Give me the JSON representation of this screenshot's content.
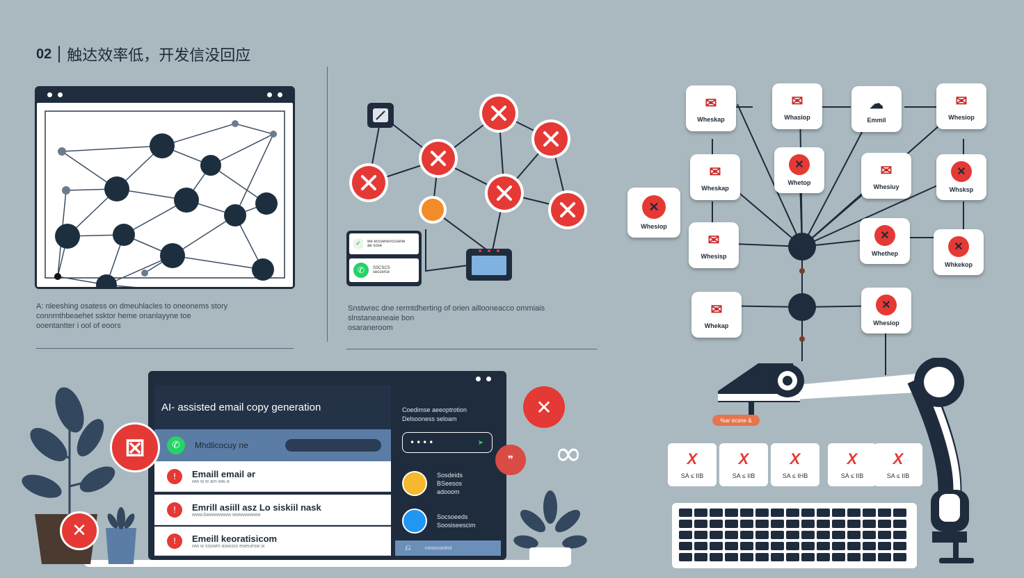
{
  "header": {
    "number": "02",
    "title": "触达效率低，开发信没回应"
  },
  "captions": {
    "left": [
      "A: nleeshing osatess on dmeuhlacles to oneonems story",
      "connmthbeaehet ssktor heme onanlayyne toe",
      "ooentantter i ool of eoors"
    ],
    "middle": [
      "Snstwrec dne rermtdherting of orien aillooneacco ommiais",
      "slnstaneaneaie bon",
      "osaraneroom"
    ]
  },
  "network_tiles": [
    {
      "label": "Wheskap",
      "icon": "envelope-icon"
    },
    {
      "label": "Whasiop",
      "icon": "envelope-icon"
    },
    {
      "label": "Emmil",
      "icon": "cloud-icon"
    },
    {
      "label": "Whesiop",
      "icon": "envelope-icon"
    },
    {
      "label": "Wheskap",
      "icon": "envelope-icon"
    },
    {
      "label": "Whetop",
      "icon": "x-icon"
    },
    {
      "label": "Whesiuy",
      "icon": "envelope-icon"
    },
    {
      "label": "Whsksp",
      "icon": "x-icon"
    },
    {
      "label": "Whesiop",
      "icon": "x-icon"
    },
    {
      "label": "Whesisp",
      "icon": "envelope-icon"
    },
    {
      "label": "Whethep",
      "icon": "x-icon"
    },
    {
      "label": "Whkekop",
      "icon": "x-icon"
    },
    {
      "label": "Whekap",
      "icon": "envelope-icon"
    },
    {
      "label": "Whesiop",
      "icon": "x-icon"
    }
  ],
  "robot_tag": "%ar ecsne &",
  "x_cards": [
    {
      "mark": "X",
      "text": "SA ≤ IIB"
    },
    {
      "mark": "X",
      "text": "SA ≤ IIB"
    },
    {
      "mark": "X",
      "text": "SA ≤ IHB"
    },
    {
      "mark": "X",
      "text": "SA ≤ IIB"
    },
    {
      "mark": "X",
      "text": "SA ≤ IIB"
    }
  ],
  "phone_panel": {
    "rows": [
      {
        "title": "we eccserecrccsene",
        "sub": "ae sose"
      },
      {
        "title": "SSCSCS",
        "sub": "seccerce"
      }
    ]
  },
  "laptop": {
    "heading": "AI- assisted email copy generation",
    "top_row": "Mhdlicocuy ne",
    "rows": [
      {
        "title": "Emaill email ər",
        "sub": "ww w w am ww a"
      },
      {
        "title": "Emrill asiill asz Lo siskiil nask",
        "sub": "www.bwwwwwww wwwwwwww"
      },
      {
        "title": "Emeill keoratisicom",
        "sub": "ww w ssowm aswuss eweuesw w"
      }
    ],
    "side_title": "Coedimse aeeoptrotion",
    "side_sub": "Delsooness seloam",
    "input_value": "••••",
    "side_items": [
      {
        "text": [
          "Sosdeids",
          "BSeesos",
          "adooom"
        ],
        "color": "#f5b82e"
      },
      {
        "text": [
          "Socsoeeds",
          "Soosiseescim"
        ],
        "color": "#2196f3"
      }
    ],
    "footer_text": "nomocontrol"
  },
  "colors": {
    "background": "#a9b9bf",
    "navy": "#1f2c3d",
    "red": "#e53935"
  }
}
